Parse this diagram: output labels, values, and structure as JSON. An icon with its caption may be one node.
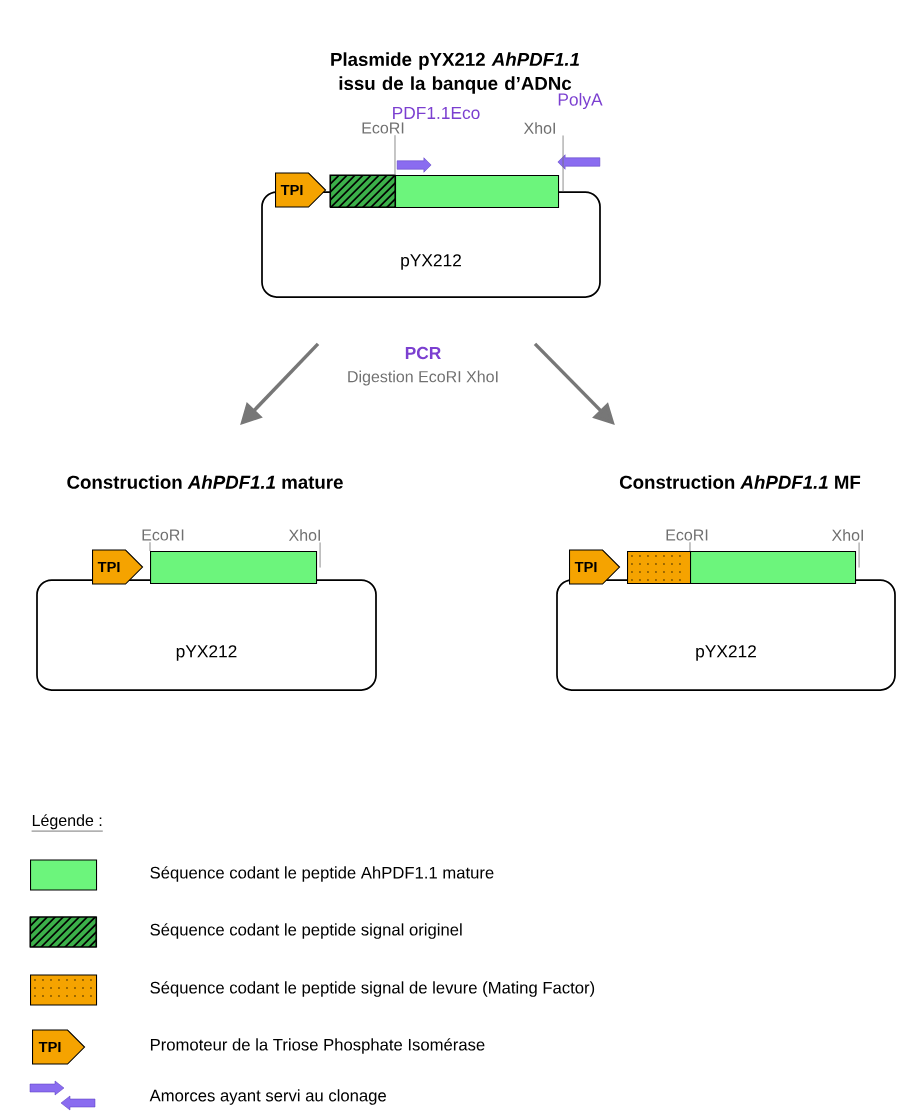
{
  "diagram": {
    "title": "Plasmide pYX212 *AhPDF1.1* issu de la banque d’ADNc",
    "nodes": [
      {
        "text": [
          "pYX212"
        ]
      },
      {
        "text": [
          "TPI"
        ]
      },
      {
        "text": [],
        "shape": "box"
      },
      {
        "text": [],
        "shape": "box"
      },
      {
        "text": [
          "EcoRI"
        ]
      },
      {
        "text": [
          "XhoI"
        ]
      },
      {
        "text": [
          "pYX212"
        ]
      },
      {
        "text": [
          "TPI"
        ]
      },
      {
        "text": [],
        "shape": "box"
      },
      {
        "text": [
          "EcoRI"
        ]
      },
      {
        "text": [
          "XhoI"
        ]
      },
      {
        "text": [
          "pYX212"
        ]
      },
      {
        "text": [
          "TPI"
        ]
      },
      {
        "text": [],
        "shape": "box"
      },
      {
        "text": [],
        "shape": "box"
      },
      {
        "text": [
          "EcoRI"
        ]
      },
      {
        "text": [
          "XhoI"
        ]
      },
      {
        "text": [],
        "shape": "arrow"
      },
      {
        "text": [],
        "shape": "arrow"
      },
      {
        "text": [
          "Construction *AhPDF1.1* mature"
        ]
      },
      {
        "text": [
          "Construction *AhPDF1.1* MF"
        ]
      }
    ],
    "edges": [
      {
        "from": 0,
        "to": 19,
        "arrow": "to",
        "style": "thick"
      },
      {
        "from": 0,
        "to": 20,
        "arrow": "to",
        "style": "thick"
      },
      {
        "from": 4,
        "to": 3,
        "arrow": "none"
      },
      {
        "from": 5,
        "to": 3,
        "arrow": "none"
      },
      {
        "from": 9,
        "to": 8,
        "arrow": "none"
      },
      {
        "from": 10,
        "to": 8,
        "arrow": "none"
      },
      {
        "from": 15,
        "to": 14,
        "arrow": "none"
      },
      {
        "from": 16,
        "to": 14,
        "arrow": "none"
      }
    ],
    "labels": [
      "PDF1.1Eco",
      "PolyA",
      "PCR",
      "Digestion EcoRI XhoI",
      "Légende :",
      "TPI"
    ],
    "legend": [
      {
        "text": "Séquence codant le peptide AhPDF1.1 mature",
        "color": "#6cf57c"
      },
      {
        "text": "Séquence codant le peptide signal originel"
      },
      {
        "text": "Séquence codant le peptide signal de levure (Mating Factor)"
      },
      {
        "text": "Promoteur de la Triose Phosphate Isomérase"
      },
      {
        "text": "Amorces ayant servi au clonage"
      }
    ]
  }
}
